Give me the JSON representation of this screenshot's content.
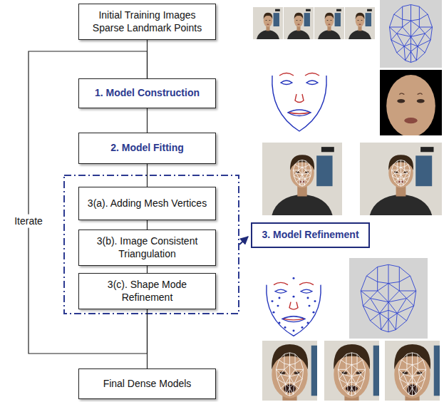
{
  "diagram": {
    "nodes": [
      {
        "text": [
          "Initial Training Images Sparse Landmark Points"
        ]
      },
      {
        "text": [
          "1. Model Construction"
        ]
      },
      {
        "text": [
          "2. Model Fitting"
        ]
      },
      {
        "text": [
          "3(a). Adding Mesh Vertices"
        ]
      },
      {
        "text": [
          "3(b). Image Consistent Triangulation"
        ]
      },
      {
        "text": [
          "3(c). Shape Mode Refinement"
        ]
      },
      {
        "text": [
          "3. Model Refinement"
        ]
      },
      {
        "text": [
          "Final Dense Models"
        ]
      }
    ],
    "edges": [
      {
        "from": 0,
        "to": 1,
        "arrow": "none"
      },
      {
        "from": 1,
        "to": 2,
        "arrow": "none"
      },
      {
        "from": 2,
        "to": 3,
        "arrow": "none"
      },
      {
        "from": 3,
        "to": 4,
        "arrow": "none"
      },
      {
        "from": 4,
        "to": 5,
        "arrow": "none"
      },
      {
        "from": 5,
        "to": 7,
        "arrow": "none"
      },
      {
        "from": 5,
        "to": 1,
        "label": "Iterate",
        "arrow": "none"
      }
    ]
  }
}
